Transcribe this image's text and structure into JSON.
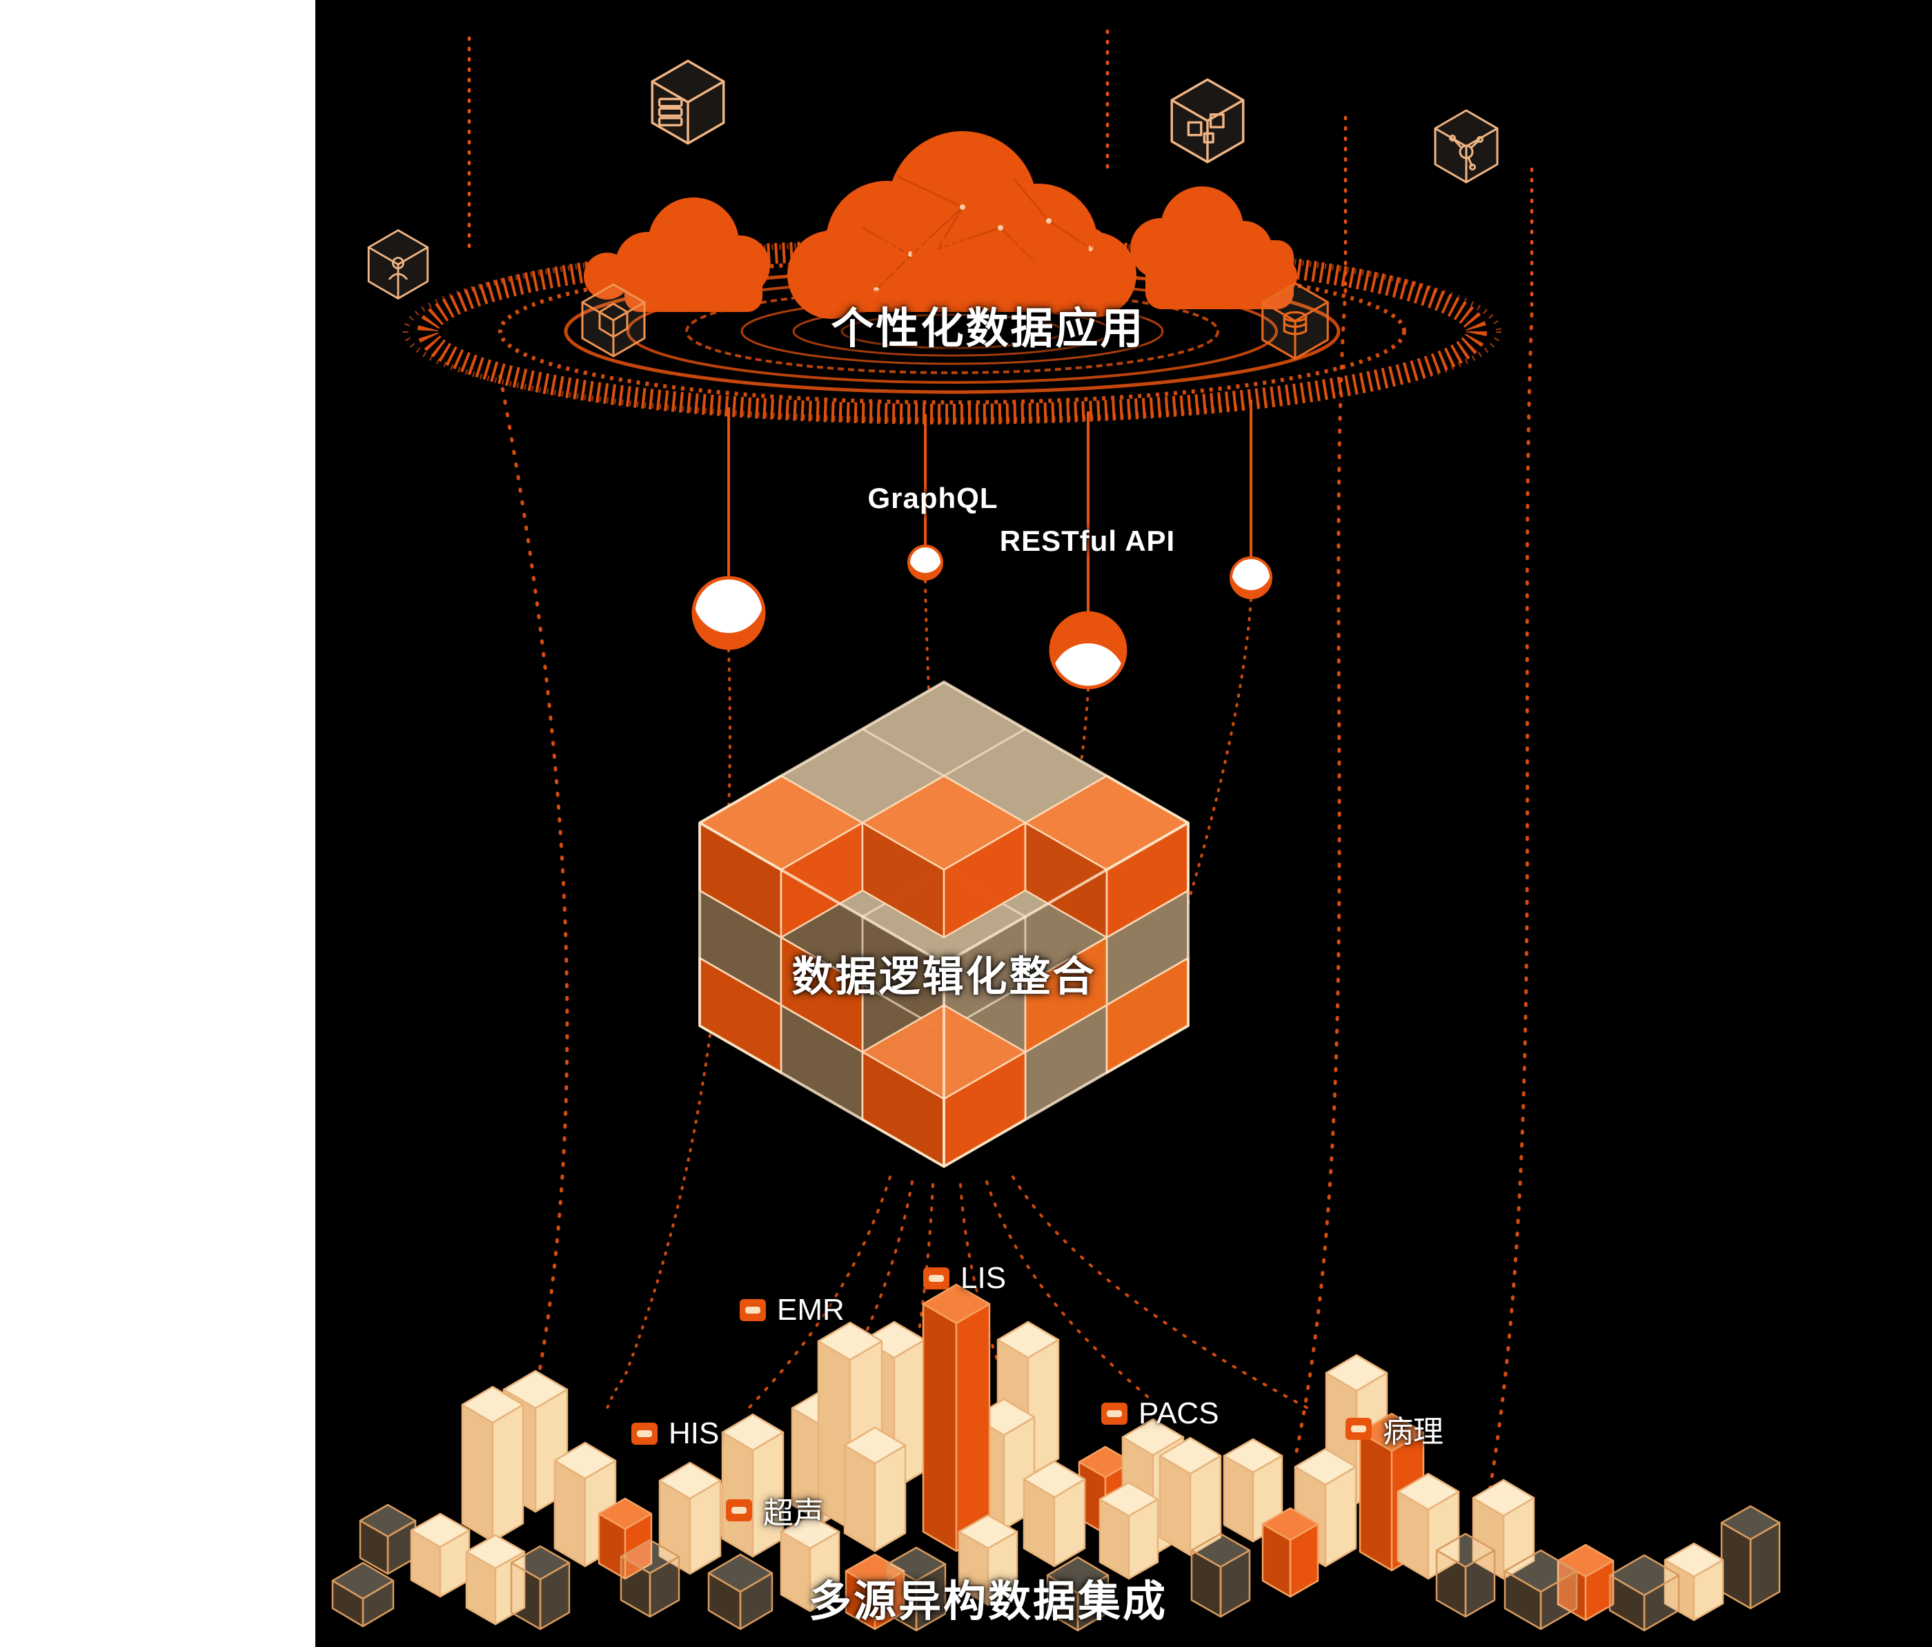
{
  "top": {
    "title": "个性化数据应用"
  },
  "middle": {
    "title": "数据逻辑化整合",
    "api_labels": {
      "graphql": "GraphQL",
      "restful": "RESTful API"
    }
  },
  "bottom": {
    "title": "多源异构数据集成",
    "sources": [
      {
        "label": "EMR"
      },
      {
        "label": "LIS"
      },
      {
        "label": "HIS"
      },
      {
        "label": "PACS"
      },
      {
        "label": "病理"
      },
      {
        "label": "超声"
      }
    ]
  },
  "icons": {
    "cloud": "cloud-shape",
    "server_cube": "server-cube-icon",
    "boxes_cube": "boxes-cube-icon",
    "network_cube": "network-cube-icon",
    "user_cube": "user-cube-icon",
    "box_cube": "box-cube-icon",
    "database_cube": "database-cube-icon",
    "source_chip": "source-chip-icon"
  },
  "colors": {
    "background_panel": "#000000",
    "accent": "#e8530e",
    "accent_dark": "#c94708",
    "accent_mid": "#f5813c",
    "cream": "#fbe3c0",
    "outline_light": "#f0b585",
    "white": "#ffffff"
  },
  "bar_palette": {
    "c": {
      "top": "#fdeccb",
      "left": "#eec089",
      "right": "#f8dcae",
      "stroke": "#e8b27a"
    },
    "l": {
      "top": "rgba(253,236,203,0.35)",
      "left": "rgba(238,192,137,0.28)",
      "right": "rgba(248,220,174,0.3)",
      "stroke": "#d89a5e"
    },
    "o": {
      "top": "#f5813c",
      "left": "#c94708",
      "right": "#e8530e",
      "stroke": "#f5a05f"
    }
  },
  "bars": [
    [
      562,
      2280,
      54,
      40,
      "l"
    ],
    [
      638,
      2313,
      72,
      42,
      "c"
    ],
    [
      714,
      2233,
      172,
      44,
      "c"
    ],
    [
      718,
      2353,
      81,
      42,
      "c"
    ],
    [
      776,
      2190,
      150,
      46,
      "c"
    ],
    [
      783,
      2360,
      72,
      42,
      "l"
    ],
    [
      848,
      2269,
      127,
      44,
      "c"
    ],
    [
      906,
      2287,
      72,
      38,
      "o"
    ],
    [
      942,
      2342,
      63,
      42,
      "l"
    ],
    [
      1000,
      2280,
      109,
      44,
      "c"
    ],
    [
      1018,
      2240,
      60,
      40,
      "c"
    ],
    [
      1073,
      2360,
      54,
      46,
      "l"
    ],
    [
      1091,
      2255,
      154,
      44,
      "c"
    ],
    [
      1174,
      2334,
      91,
      42,
      "c"
    ],
    [
      1192,
      2206,
      140,
      44,
      "c"
    ],
    [
      1232,
      2215,
      245,
      46,
      "c"
    ],
    [
      1268,
      2247,
      127,
      44,
      "c"
    ],
    [
      1268,
      2360,
      60,
      42,
      "o"
    ],
    [
      1296,
      2157,
      190,
      44,
      "c"
    ],
    [
      1328,
      2362,
      72,
      42,
      "l"
    ],
    [
      1386,
      2247,
      330,
      48,
      "o"
    ],
    [
      1432,
      2325,
      82,
      42,
      "c"
    ],
    [
      1455,
      2215,
      136,
      44,
      "c"
    ],
    [
      1490,
      2139,
      172,
      44,
      "c"
    ],
    [
      1528,
      2269,
      100,
      44,
      "c"
    ],
    [
      1562,
      2362,
      54,
      44,
      "l"
    ],
    [
      1602,
      2222,
      82,
      38,
      "o"
    ],
    [
      1636,
      2287,
      91,
      42,
      "c"
    ],
    [
      1671,
      2253,
      145,
      44,
      "c"
    ],
    [
      1725,
      2253,
      118,
      44,
      "c"
    ],
    [
      1769,
      2342,
      72,
      42,
      "l"
    ],
    [
      1816,
      2233,
      100,
      42,
      "c"
    ],
    [
      1870,
      2313,
      82,
      40,
      "o"
    ],
    [
      1921,
      2269,
      118,
      44,
      "c"
    ],
    [
      1966,
      2178,
      163,
      44,
      "c"
    ],
    [
      2017,
      2275,
      173,
      46,
      "o"
    ],
    [
      2070,
      2287,
      100,
      44,
      "c"
    ],
    [
      2124,
      2342,
      72,
      42,
      "l"
    ],
    [
      2179,
      2287,
      91,
      44,
      "c"
    ],
    [
      2233,
      2360,
      54,
      52,
      "l"
    ],
    [
      2298,
      2347,
      63,
      40,
      "o"
    ],
    [
      2383,
      2362,
      51,
      50,
      "l"
    ],
    [
      526,
      2356,
      40,
      44,
      "l"
    ],
    [
      2455,
      2347,
      63,
      42,
      "c"
    ],
    [
      2537,
      2330,
      100,
      42,
      "l"
    ]
  ]
}
